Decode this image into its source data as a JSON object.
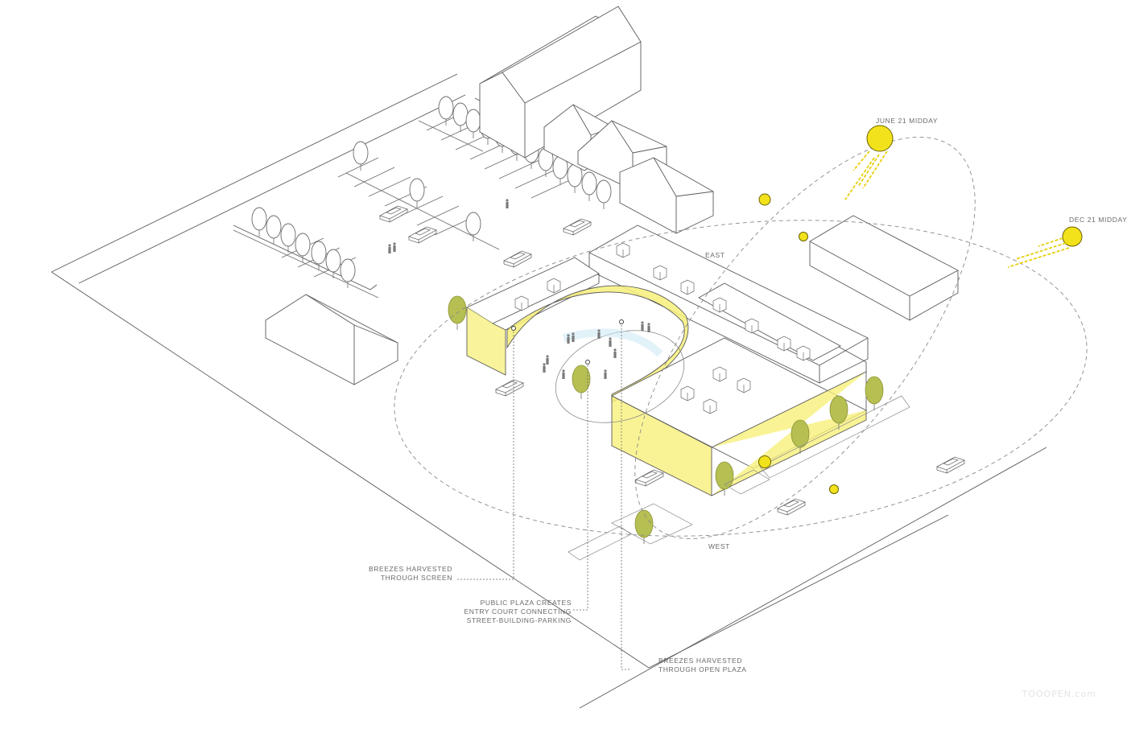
{
  "sun": {
    "june_label": "JUNE 21 MIDDAY",
    "dec_label": "DEC 21 MIDDAY",
    "color": "#f2e21b",
    "stroke": "#6b6300"
  },
  "compass": {
    "east": "EAST",
    "west": "WEST"
  },
  "annotations": {
    "screen": [
      "BREEZES HARVESTED",
      "THROUGH SCREEN"
    ],
    "plaza": [
      "PUBLIC PLAZA CREATES",
      "ENTRY COURT CONNECTING",
      "STREET-BUILDING-PARKING"
    ],
    "open_plaza": [
      "BREEZES HARVESTED",
      "THROUGH OPEN PLAZA"
    ]
  },
  "colors": {
    "line": "#5a5a5a",
    "screen_yellow": "#f7f07a",
    "tree_green": "#b6bf52",
    "dash": "#8a8a8a"
  },
  "watermark": "TOOOPEN.com"
}
